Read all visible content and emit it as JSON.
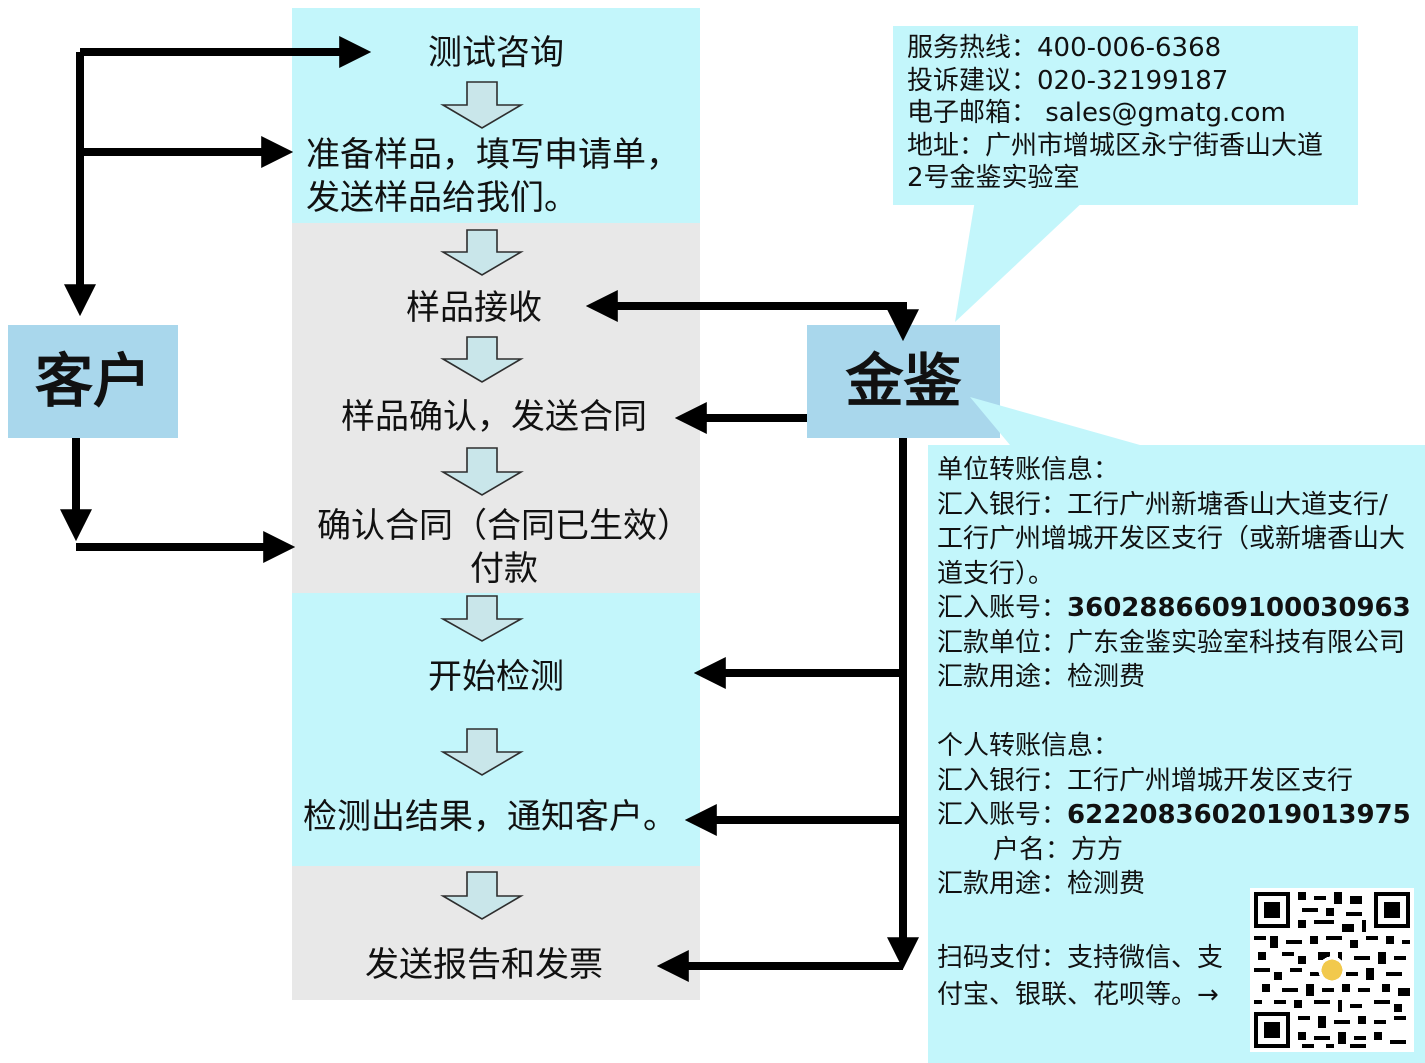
{
  "steps": {
    "consult": "测试咨询",
    "prepare_line1": "准备样品，填写申请单，",
    "prepare_line2": "发送样品给我们。",
    "receive": "样品接收",
    "confirm_sample": "样品确认，发送合同",
    "confirm_contract_line1": "确认合同（合同已生效）",
    "confirm_contract_line2": "付款",
    "start_test": "开始检测",
    "result": "检测出结果，通知客户。",
    "report": "发送报告和发票"
  },
  "actors": {
    "customer": "客户",
    "company": "金鉴"
  },
  "contact": {
    "hotline": "服务热线：400-006-6368",
    "complaint": "投诉建议：020-32199187",
    "email": "电子邮箱： sales@gmatg.com",
    "address_line1": "地址：广州市增城区永宁街香山大道",
    "address_line2": "2号金鉴实验室"
  },
  "bank": {
    "company_title": "单位转账信息：",
    "company_bank_line1": "汇入银行：工行广州新塘香山大道支行/",
    "company_bank_line2": "工行广州增城开发区支行（或新塘香山大",
    "company_bank_line3": "道支行）。",
    "company_account_label": "汇入账号：",
    "company_account": "3602886609100030963",
    "company_unit": "汇款单位：广东金鉴实验室科技有限公司",
    "company_purpose": "汇款用途：检测费",
    "personal_title": "个人转账信息：",
    "personal_bank": "汇入银行：工行广州增城开发区支行",
    "personal_account_label": "汇入账号：",
    "personal_account": "6222083602019013975",
    "personal_name": "户名：方方",
    "personal_purpose": "汇款用途：检测费",
    "pay_note": "扫码支付：支持微信、支付宝、银联、花呗等。→"
  },
  "colors": {
    "cyan_panel": "#c3f6fb",
    "grey_panel": "#e8e8e8",
    "actor_box": "#a9d7ec",
    "arrow_black": "#000000",
    "down_arrow_fill": "#c9e6ea"
  },
  "icons": {
    "qr": "qr-code-icon",
    "step_arrow": "down-block-arrow-icon"
  }
}
